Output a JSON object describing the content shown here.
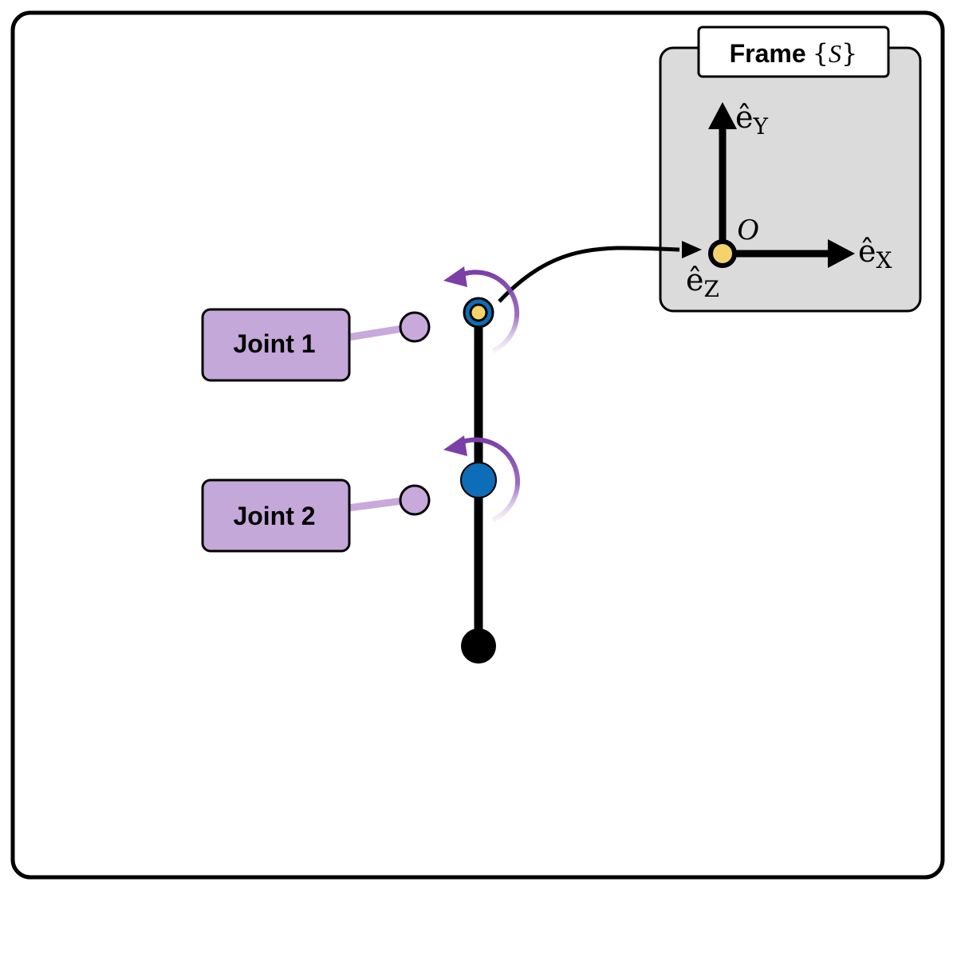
{
  "frame": {
    "label": "Frame",
    "name": "S",
    "brace_open": "{",
    "brace_close": "}",
    "origin": "O",
    "axis_x": {
      "symbol": "ê",
      "subscript": "X"
    },
    "axis_y": {
      "symbol": "ê",
      "subscript": "Y"
    },
    "axis_z": {
      "symbol": "ê",
      "subscript": "Z"
    }
  },
  "joints": [
    {
      "label": "Joint 1"
    },
    {
      "label": "Joint 2"
    }
  ],
  "colors": {
    "joint_label_fill": "#c4a8d9",
    "joint_marker_fill": "#c7a9dc",
    "rotation_arrow": "#7b3fa8",
    "joint_blue": "#0d6db8",
    "origin_yellow": "#f6d26b",
    "frame_panel_fill": "#dbdbdb",
    "link": "#000000"
  },
  "icons": [
    "rotation-arrow-icon",
    "origin-marker-icon"
  ]
}
